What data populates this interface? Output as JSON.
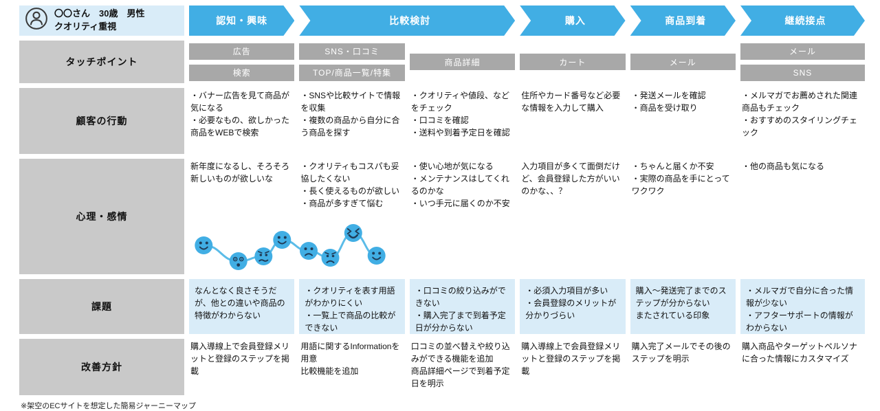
{
  "persona": {
    "text": "〇〇さん　30歳　男性\nクオリティ重視"
  },
  "phases": [
    {
      "label": "認知・興味"
    },
    {
      "label": "比較検討"
    },
    {
      "label": "購入"
    },
    {
      "label": "商品到着"
    },
    {
      "label": "継続接点"
    }
  ],
  "rows": {
    "touchpoints": "タッチポイント",
    "actions": "顧客の行動",
    "feelings": "心理・感情",
    "issues": "課題",
    "improvements": "改善方針"
  },
  "columns": [
    {
      "touchpoints": [
        "広告",
        "検索"
      ],
      "actions": "・バナー広告を見て商品が気になる\n・必要なもの、欲しかった商品をWEBで検索",
      "feelings": "新年度になるし、そろそろ新しいものが欲しいな",
      "issues": "なんとなく良さそうだが、他との違いや商品の特徴がわからない",
      "improvements": "購入導線上で会員登録メリットと登録のステップを掲載"
    },
    {
      "touchpoints": [
        "SNS・口コミ",
        "TOP/商品一覧/特集"
      ],
      "actions": "・SNSや比較サイトで情報を収集\n・複数の商品から自分に合う商品を探す",
      "feelings": "・クオリティもコスパも妥協したくない\n・長く使えるものが欲しい\n・商品が多すぎて悩む",
      "issues": "・クオリティを表す用語がわかりにくい\n・一覧上で商品の比較ができない",
      "improvements": "用語に関するInformationを用意\n比較機能を追加"
    },
    {
      "touchpoints": [
        "商品詳細"
      ],
      "actions": "・クオリティや値段、などをチェック\n・口コミを確認\n・送料や到着予定日を確認",
      "feelings": "・使い心地が気になる\n・メンテナンスはしてくれるのかな\n・いつ手元に届くのか不安",
      "issues": "・口コミの絞り込みができない\n・購入完了まで到着予定日が分からない",
      "improvements": "口コミの並べ替えや絞り込みができる機能を追加\n商品詳細ページで到着予定日を明示"
    },
    {
      "touchpoints": [
        "カート"
      ],
      "actions": "住所やカード番号など必要な情報を入力して購入",
      "feelings": "入力項目が多くて面倒だけど、会員登録した方がいいのかな、、？",
      "issues": "・必須入力項目が多い\n・会員登録のメリットが分かりづらい",
      "improvements": "購入導線上で会員登録メリットと登録のステップを掲載"
    },
    {
      "touchpoints": [
        "メール"
      ],
      "actions": "・発送メールを確認\n・商品を受け取り",
      "feelings": "・ちゃんと届くか不安\n・実際の商品を手にとってワクワク",
      "issues": "購入〜発送完了までのステップが分からない\nまたされている印象",
      "improvements": "購入完了メールでその後のステップを明示"
    },
    {
      "touchpoints": [
        "メール",
        "SNS"
      ],
      "actions": "・メルマガでお薦めされた関連商品もチェック\n・おすすめのスタイリングチェック",
      "feelings": "・他の商品も気になる",
      "issues": "・メルマガで自分に合った情報が少ない\n・アフターサポートの情報がわからない",
      "improvements": "購入商品やターゲットペルソナに合った情報にカスタマイズ"
    }
  ],
  "emotion": {
    "line_color": "#5BBCE8",
    "face_color": "#41AEE4",
    "feature_color": "#1F3B57",
    "points": [
      {
        "fx": 0.071,
        "y": 62,
        "mood": "happy"
      },
      {
        "fx": 0.239,
        "y": 85,
        "mood": "dizzy"
      },
      {
        "fx": 0.361,
        "y": 78,
        "mood": "cry"
      },
      {
        "fx": 0.451,
        "y": 54,
        "mood": "happy"
      },
      {
        "fx": 0.58,
        "y": 70,
        "mood": "worried"
      },
      {
        "fx": 0.685,
        "y": 80,
        "mood": "sad"
      },
      {
        "fx": 0.796,
        "y": 44,
        "mood": "excited"
      },
      {
        "fx": 0.909,
        "y": 77,
        "mood": "happy"
      }
    ]
  },
  "colors": {
    "accent_blue": "#41AEE4",
    "panel_blue": "#D9ECF8",
    "label_gray": "#C9C9C9",
    "chip_gray": "#A8A8A8"
  },
  "footnote": "※架空のECサイトを想定した簡易ジャーニーマップ"
}
